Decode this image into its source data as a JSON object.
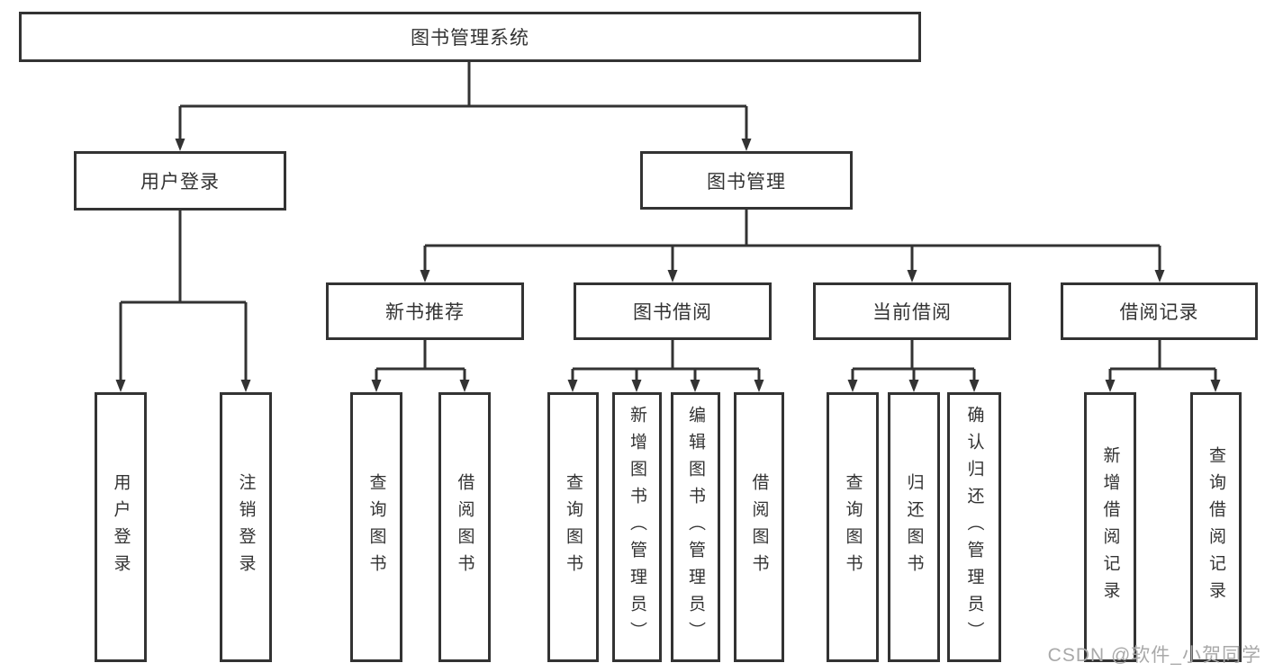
{
  "tree": {
    "label": "图书管理系统",
    "children": [
      {
        "label": "用户登录",
        "children": [
          {
            "label": "用户登录"
          },
          {
            "label": "注销登录"
          }
        ]
      },
      {
        "label": "图书管理",
        "children": [
          {
            "label": "新书推荐",
            "children": [
              {
                "label": "查询图书"
              },
              {
                "label": "借阅图书"
              }
            ]
          },
          {
            "label": "图书借阅",
            "children": [
              {
                "label": "查询图书"
              },
              {
                "label": "新增图书（管理员）"
              },
              {
                "label": "编辑图书（管理员）"
              },
              {
                "label": "借阅图书"
              }
            ]
          },
          {
            "label": "当前借阅",
            "children": [
              {
                "label": "查询图书"
              },
              {
                "label": "归还图书"
              },
              {
                "label": "确认归还（管理员）"
              }
            ]
          },
          {
            "label": "借阅记录",
            "children": [
              {
                "label": "新增借阅记录"
              },
              {
                "label": "查询借阅记录"
              }
            ]
          }
        ]
      }
    ]
  },
  "watermark": {
    "text": "CSDN @软件_小贺同学"
  },
  "colors": {
    "line": "#333333",
    "background": "#ffffff",
    "watermark": "#a9a9a9"
  }
}
